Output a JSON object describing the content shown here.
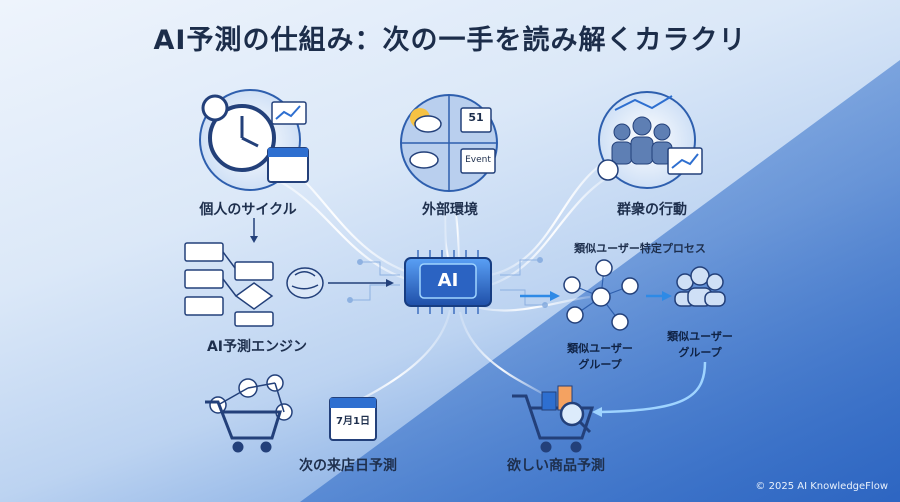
{
  "title": "AI予測の仕組み：次の一手を読み解くカラクリ",
  "nodes": {
    "personal_cycle": "個人のサイクル",
    "environment": "外部環境",
    "crowd_behavior": "群衆の行動",
    "engine": "AI予測エンジン",
    "chip": "AI",
    "similar_process": "類似ユーザー特定プロセス",
    "similar_group_left": "類似ユーザー\nグループ",
    "similar_group_right": "類似ユーザー\nグループ",
    "next_visit": "次の来店日予測",
    "wanted_item": "欲しい商品予測"
  },
  "calendar_date": "7月1日",
  "environment_tiles": {
    "number": "51",
    "event": "Event"
  },
  "copyright": "© 2025 AI KnowledgeFlow",
  "colors": {
    "accent": "#2e6fd0",
    "dark_text": "#1e2f4d",
    "glow": "#9fd4ff"
  }
}
